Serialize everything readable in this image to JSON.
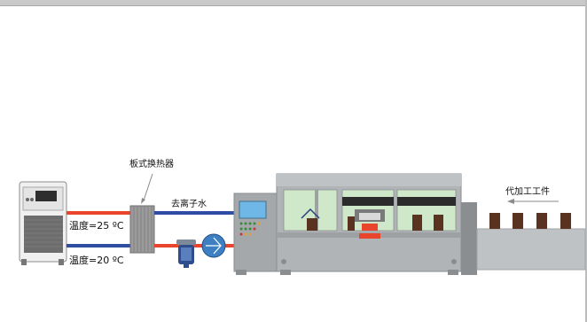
{
  "labels": {
    "heat_exchanger": "板式换热器",
    "deionized_water": "去离子水",
    "workpiece": "代加工工件",
    "temp_supply": "温度=25 ºC",
    "temp_return": "温度=20 ºC"
  },
  "colors": {
    "hot_pipe": "#e8452c",
    "cold_pipe": "#2f4ea3",
    "machine": "#a9acaf",
    "chamber": "#cfe8c9",
    "workpiece": "#5a3320",
    "pump": "#3c7fc2"
  }
}
